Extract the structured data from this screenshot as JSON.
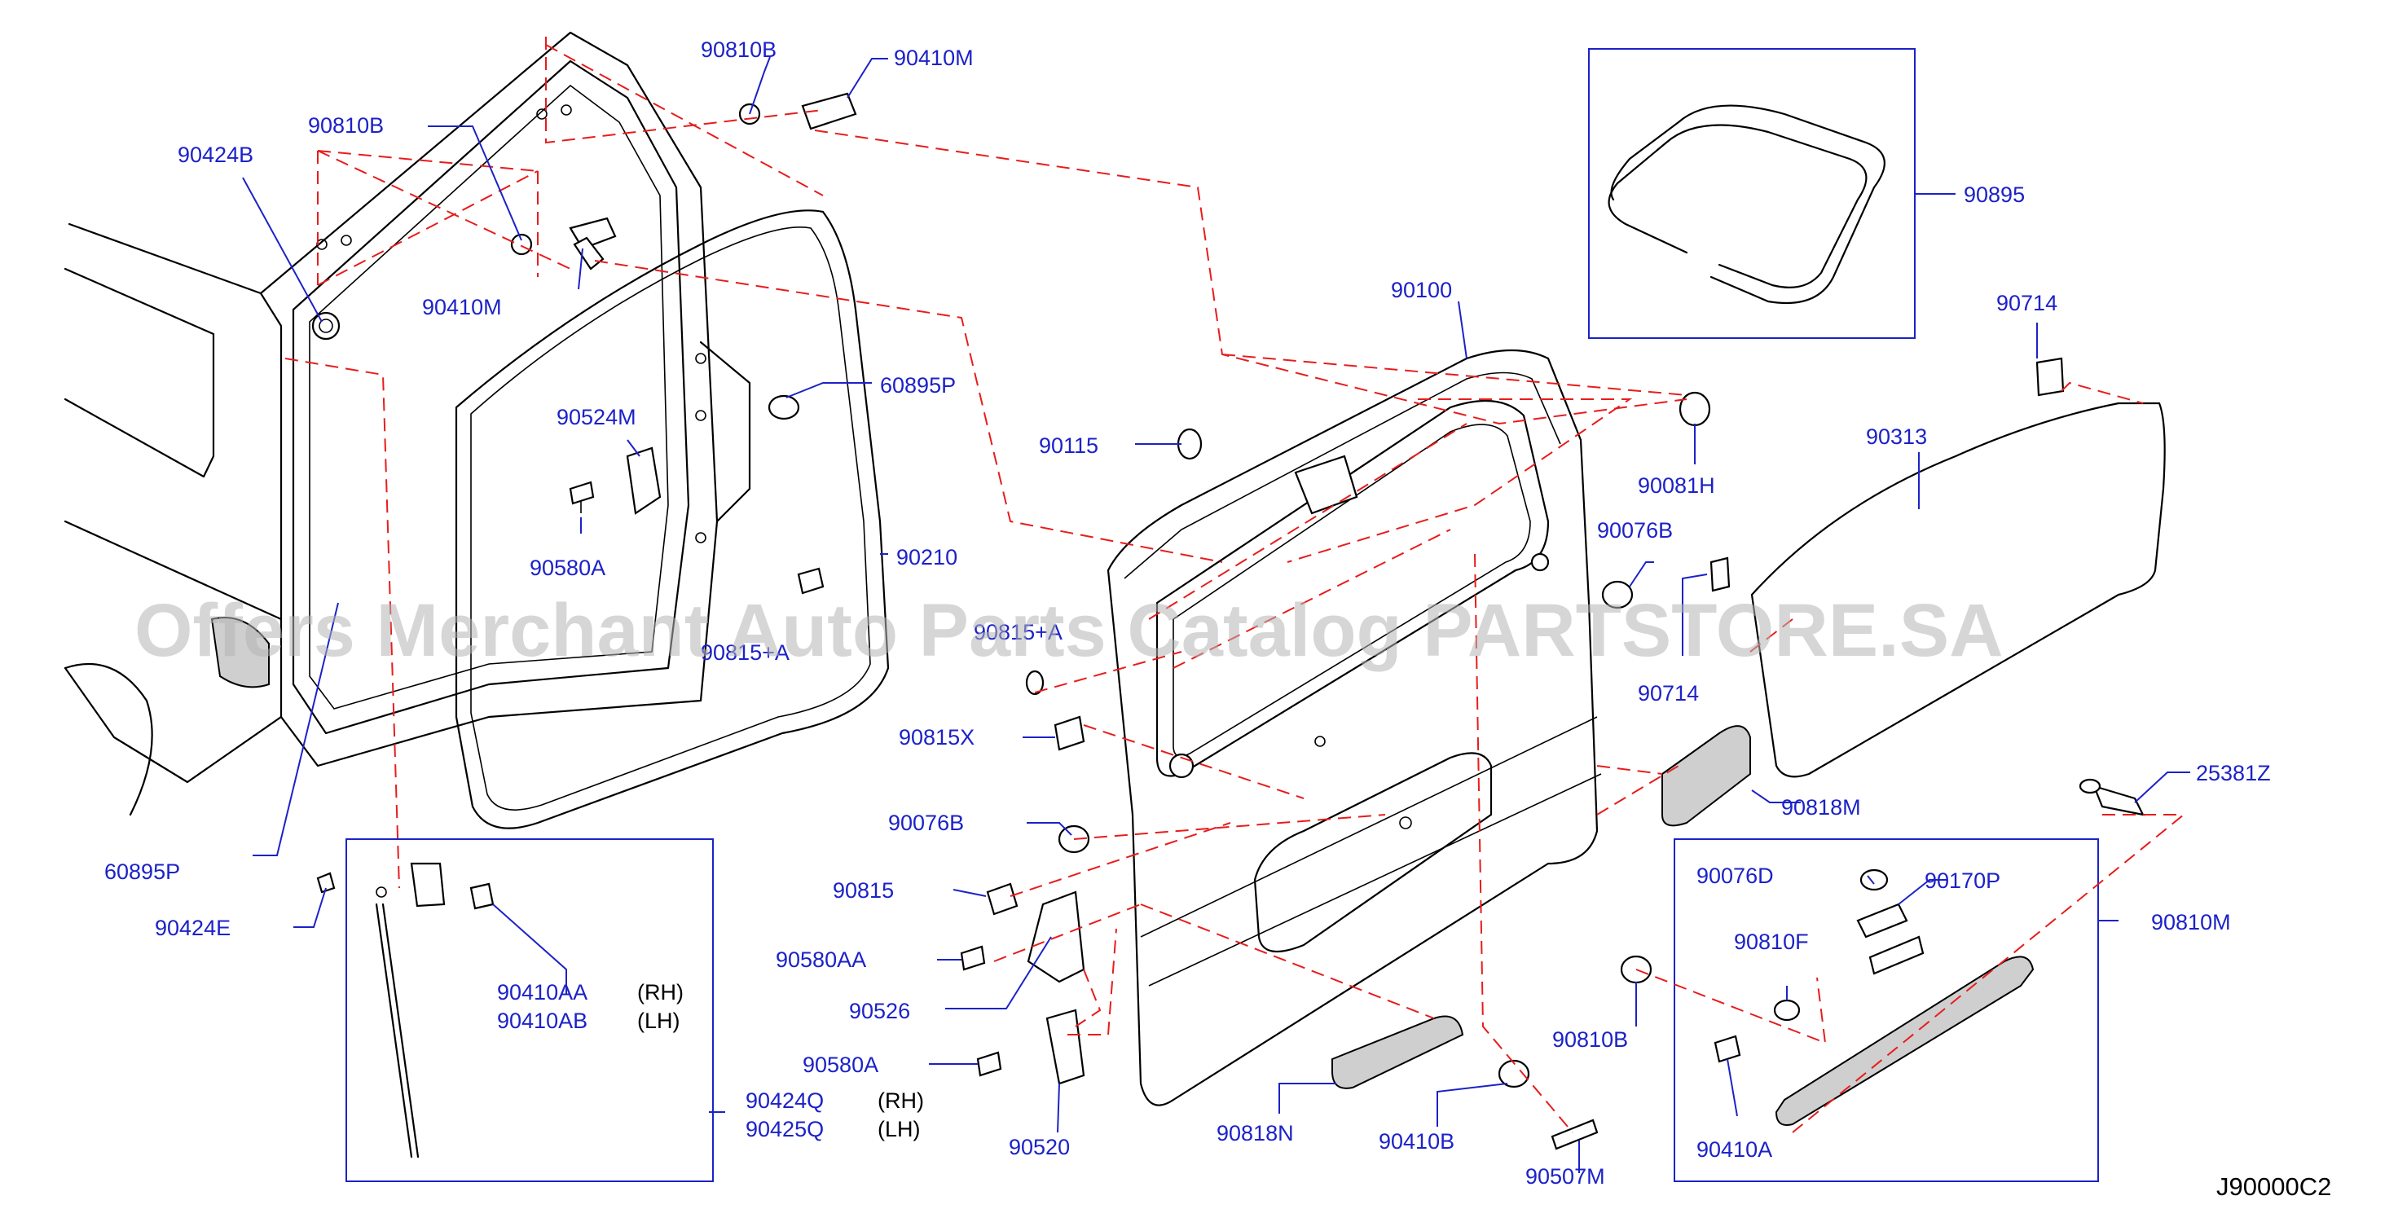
{
  "diagram": {
    "code": "J90000C2",
    "watermark": "Offers Merchant Auto Parts Catalog PARTSTORE.SA",
    "parts": {
      "p90810B_top": "90810B",
      "p90410M_top": "90410M",
      "p90810B_left": "90810B",
      "p90424B": "90424B",
      "p90410M_left": "90410M",
      "p60895P_mid": "60895P",
      "p90524M": "90524M",
      "p90580A": "90580A",
      "p90210": "90210",
      "p90815A": "90815+A",
      "p60895P_low": "60895P",
      "p90424E": "90424E",
      "p90410AA": "90410AA",
      "p90410AB": "90410AB",
      "p90424Q": "90424Q",
      "p90425Q": "90425Q",
      "p90100": "90100",
      "p90115": "90115",
      "p90815A_mid": "90815+A",
      "p90815X": "90815X",
      "p90076B_left": "90076B",
      "p90815": "90815",
      "p90580AA": "90580AA",
      "p90526": "90526",
      "p90580A_low": "90580A",
      "p90520": "90520",
      "p90818N": "90818N",
      "p90410B": "90410B",
      "p90507M": "90507M",
      "p90810B_low": "90810B",
      "p90895": "90895",
      "p90714_top": "90714",
      "p90313": "90313",
      "p90081H": "90081H",
      "p90076B_right": "90076B",
      "p90714_mid": "90714",
      "p90818M": "90818M",
      "p25381Z": "25381Z",
      "p90076D": "90076D",
      "p90170P": "90170P",
      "p90810F": "90810F",
      "p90810M": "90810M",
      "p90410A": "90410A"
    },
    "sides": {
      "rh_1": "(RH)",
      "lh_1": "(LH)",
      "rh_2": "(RH)",
      "lh_2": "(LH)"
    }
  }
}
